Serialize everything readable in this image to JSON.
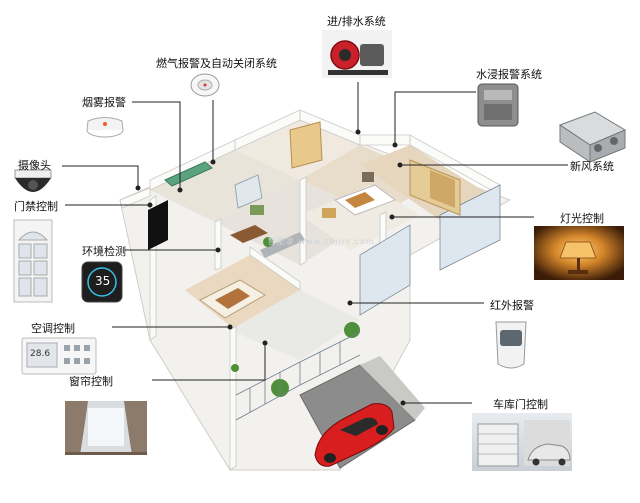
{
  "watermark": "智能家 www.znjjrs.com",
  "devices": {
    "pump": {
      "label": "进/排水系统"
    },
    "gas": {
      "label": "燃气报警及自动关闭系统"
    },
    "water": {
      "label": "水浸报警系统"
    },
    "smoke": {
      "label": "烟雾报警"
    },
    "camera": {
      "label": "摄像头"
    },
    "fresh_air": {
      "label": "新风系统"
    },
    "door": {
      "label": "门禁控制"
    },
    "light": {
      "label": "灯光控制"
    },
    "env": {
      "label": "环境检测",
      "display": "35"
    },
    "infrared": {
      "label": "红外报警"
    },
    "ac": {
      "label": "空调控制",
      "display": "28.6"
    },
    "curtain": {
      "label": "窗帘控制"
    },
    "garage": {
      "label": "车库门控制"
    }
  }
}
